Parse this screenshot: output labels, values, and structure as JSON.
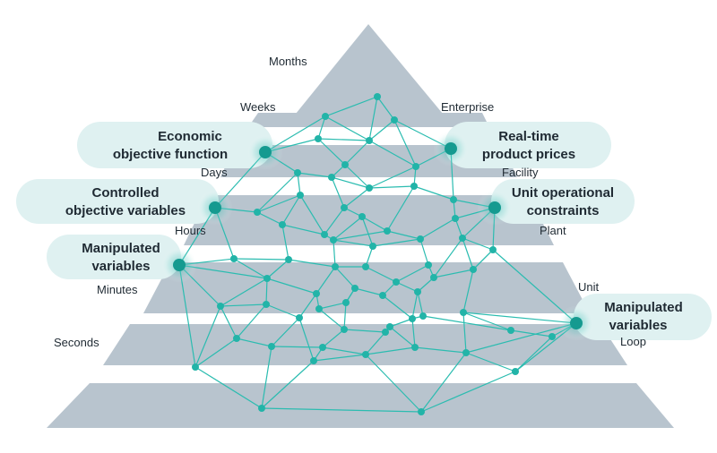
{
  "time_labels": {
    "months": "Months",
    "weeks": "Weeks",
    "days": "Days",
    "hours": "Hours",
    "minutes": "Minutes",
    "seconds": "Seconds"
  },
  "scope_labels": {
    "enterprise": "Enterprise",
    "facility": "Facility",
    "plant": "Plant",
    "unit": "Unit",
    "loop": "Loop"
  },
  "callouts": {
    "economic": [
      "Economic",
      "objective function"
    ],
    "prices": [
      "Real-time",
      "product prices"
    ],
    "controlled": [
      "Controlled",
      "objective variables"
    ],
    "constraints": [
      "Unit operational",
      "constraints"
    ],
    "manipulated_left": [
      "Manipulated",
      "variables"
    ],
    "manipulated_right": [
      "Manipulated",
      "variables"
    ]
  },
  "colors": {
    "pyramid": "#b8c4ce",
    "network": "#2bbcb0",
    "node": "#22b4a8",
    "callout": "#dff1f1",
    "text": "#1f2a33"
  }
}
